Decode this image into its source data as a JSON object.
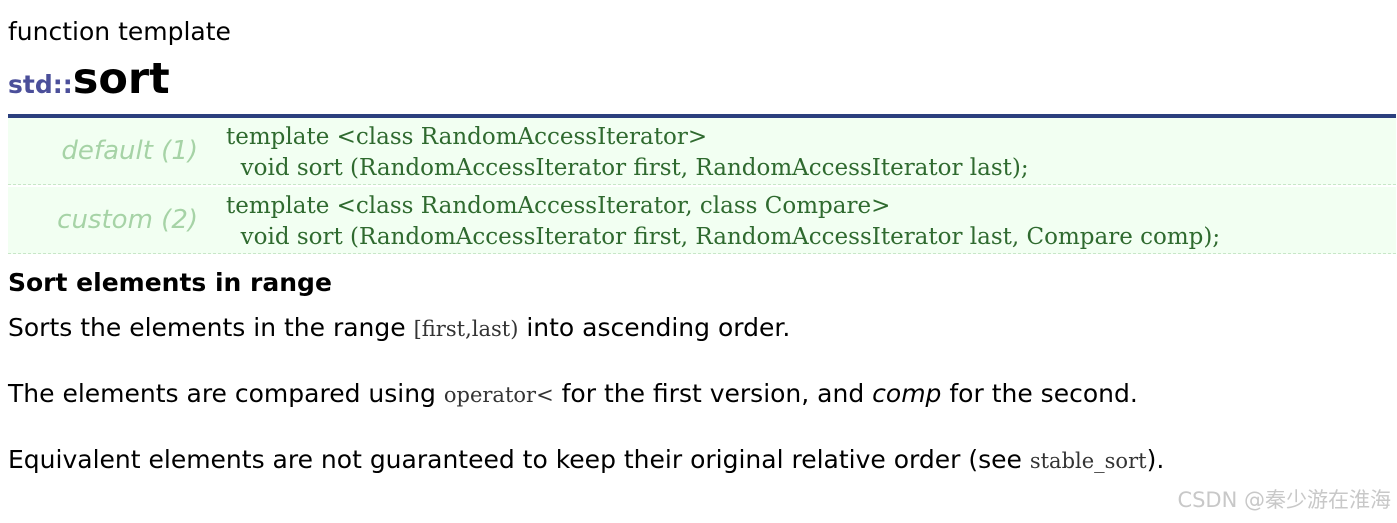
{
  "header": {
    "kind": "function template",
    "namespace": "std::",
    "name": "sort"
  },
  "prototypes": [
    {
      "label": "default (1)",
      "line1": "template <class RandomAccessIterator>",
      "line2": "  void sort (RandomAccessIterator first, RandomAccessIterator last);"
    },
    {
      "label": "custom (2)",
      "line1": "template <class RandomAccessIterator, class Compare>",
      "line2": "  void sort (RandomAccessIterator first, RandomAccessIterator last, Compare comp);"
    }
  ],
  "section": {
    "title": "Sort elements in range"
  },
  "paragraphs": {
    "p1": {
      "before": "Sorts the elements in the range ",
      "code": "[first,last)",
      "after": " into ascending order."
    },
    "p2": {
      "before": "The elements are compared using ",
      "code": "operator<",
      "middle": " for the first version, and ",
      "var": "comp",
      "after": " for the second."
    },
    "p3": {
      "before": "Equivalent elements are not guaranteed to keep their original relative order (see ",
      "link": "stable_sort",
      "after": ")."
    }
  },
  "watermark": "CSDN @秦少游在淮海",
  "colors": {
    "namespace": "#4b4f9a",
    "rule": "#2b3f7e",
    "prototype_bg": "#f2fff2",
    "prototype_label": "#a6d3a6",
    "prototype_code": "#2f6a2f"
  }
}
